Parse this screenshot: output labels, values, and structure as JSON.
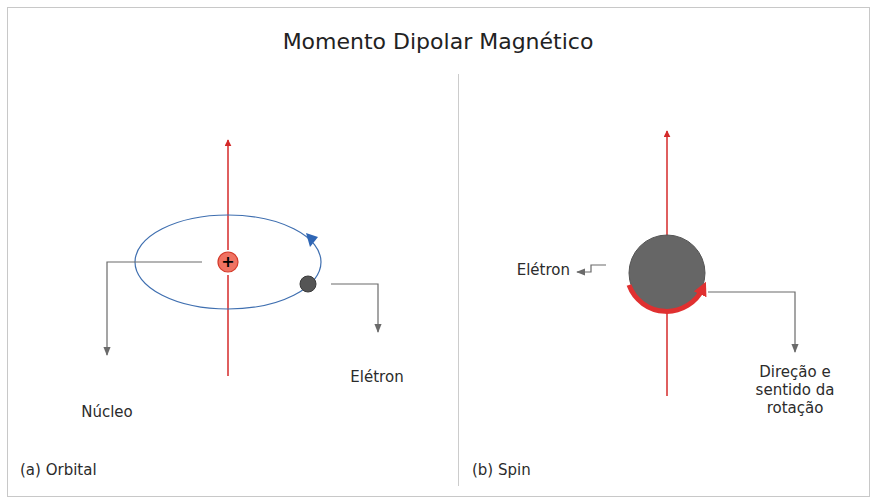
{
  "diagram": {
    "title": "Momento Dipolar Magnético",
    "nodes": [
      {
        "text": [
          "+"
        ]
      }
    ],
    "labels": [
      "Núcleo",
      "Elétron",
      "(a) Orbital",
      "Elétron",
      "Direção e sentido da rotação",
      "(b) Spin"
    ]
  }
}
